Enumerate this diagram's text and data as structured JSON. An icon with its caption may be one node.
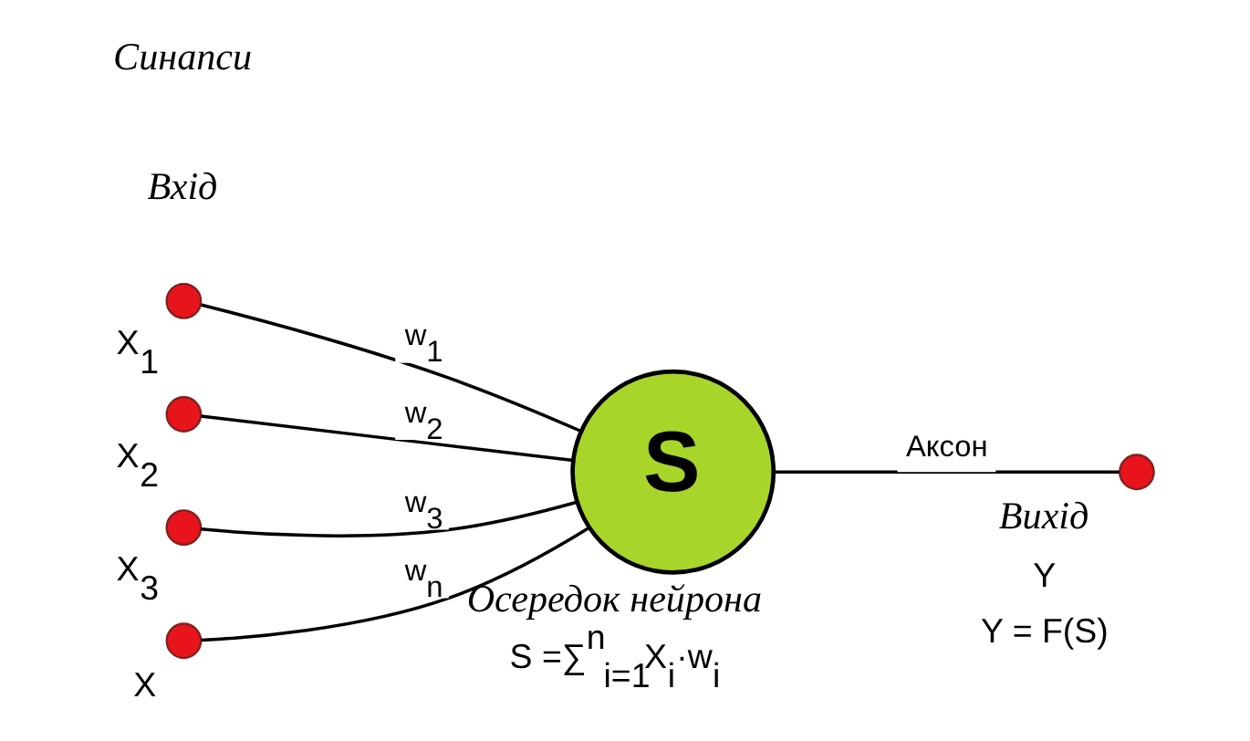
{
  "diagram": {
    "nodes": [
      {
        "text": [],
        "shape": "circle",
        "beside": [
          "X$_{1}$"
        ]
      },
      {
        "text": [],
        "shape": "circle",
        "beside": [
          "X$_{2}$"
        ]
      },
      {
        "text": [],
        "shape": "circle",
        "beside": [
          "X$_{3}$"
        ]
      },
      {
        "text": [],
        "shape": "circle",
        "beside": [
          "X"
        ]
      },
      {
        "text": [
          "S"
        ],
        "beside": [
          "Осередок нейрона",
          "S =∑$^{n}$$_{i=1}$X$_{i}$·w$_{i}$"
        ]
      },
      {
        "text": [],
        "shape": "circle",
        "beside": [
          "Вихід",
          "Y",
          "Y = F(S)"
        ]
      }
    ],
    "edges": [
      {
        "from": 0,
        "to": 4,
        "arrow": "none",
        "label": "w$_{1}$"
      },
      {
        "from": 1,
        "to": 4,
        "arrow": "none",
        "label": "w$_{2}$"
      },
      {
        "from": 2,
        "to": 4,
        "arrow": "none",
        "label": "w$_{3}$"
      },
      {
        "from": 3,
        "to": 4,
        "arrow": "none",
        "label": "w$_{n}$"
      },
      {
        "from": 4,
        "to": 5,
        "arrow": "none",
        "label": "Аксон"
      }
    ],
    "labels": [
      "Вхід",
      "Синапси"
    ]
  }
}
